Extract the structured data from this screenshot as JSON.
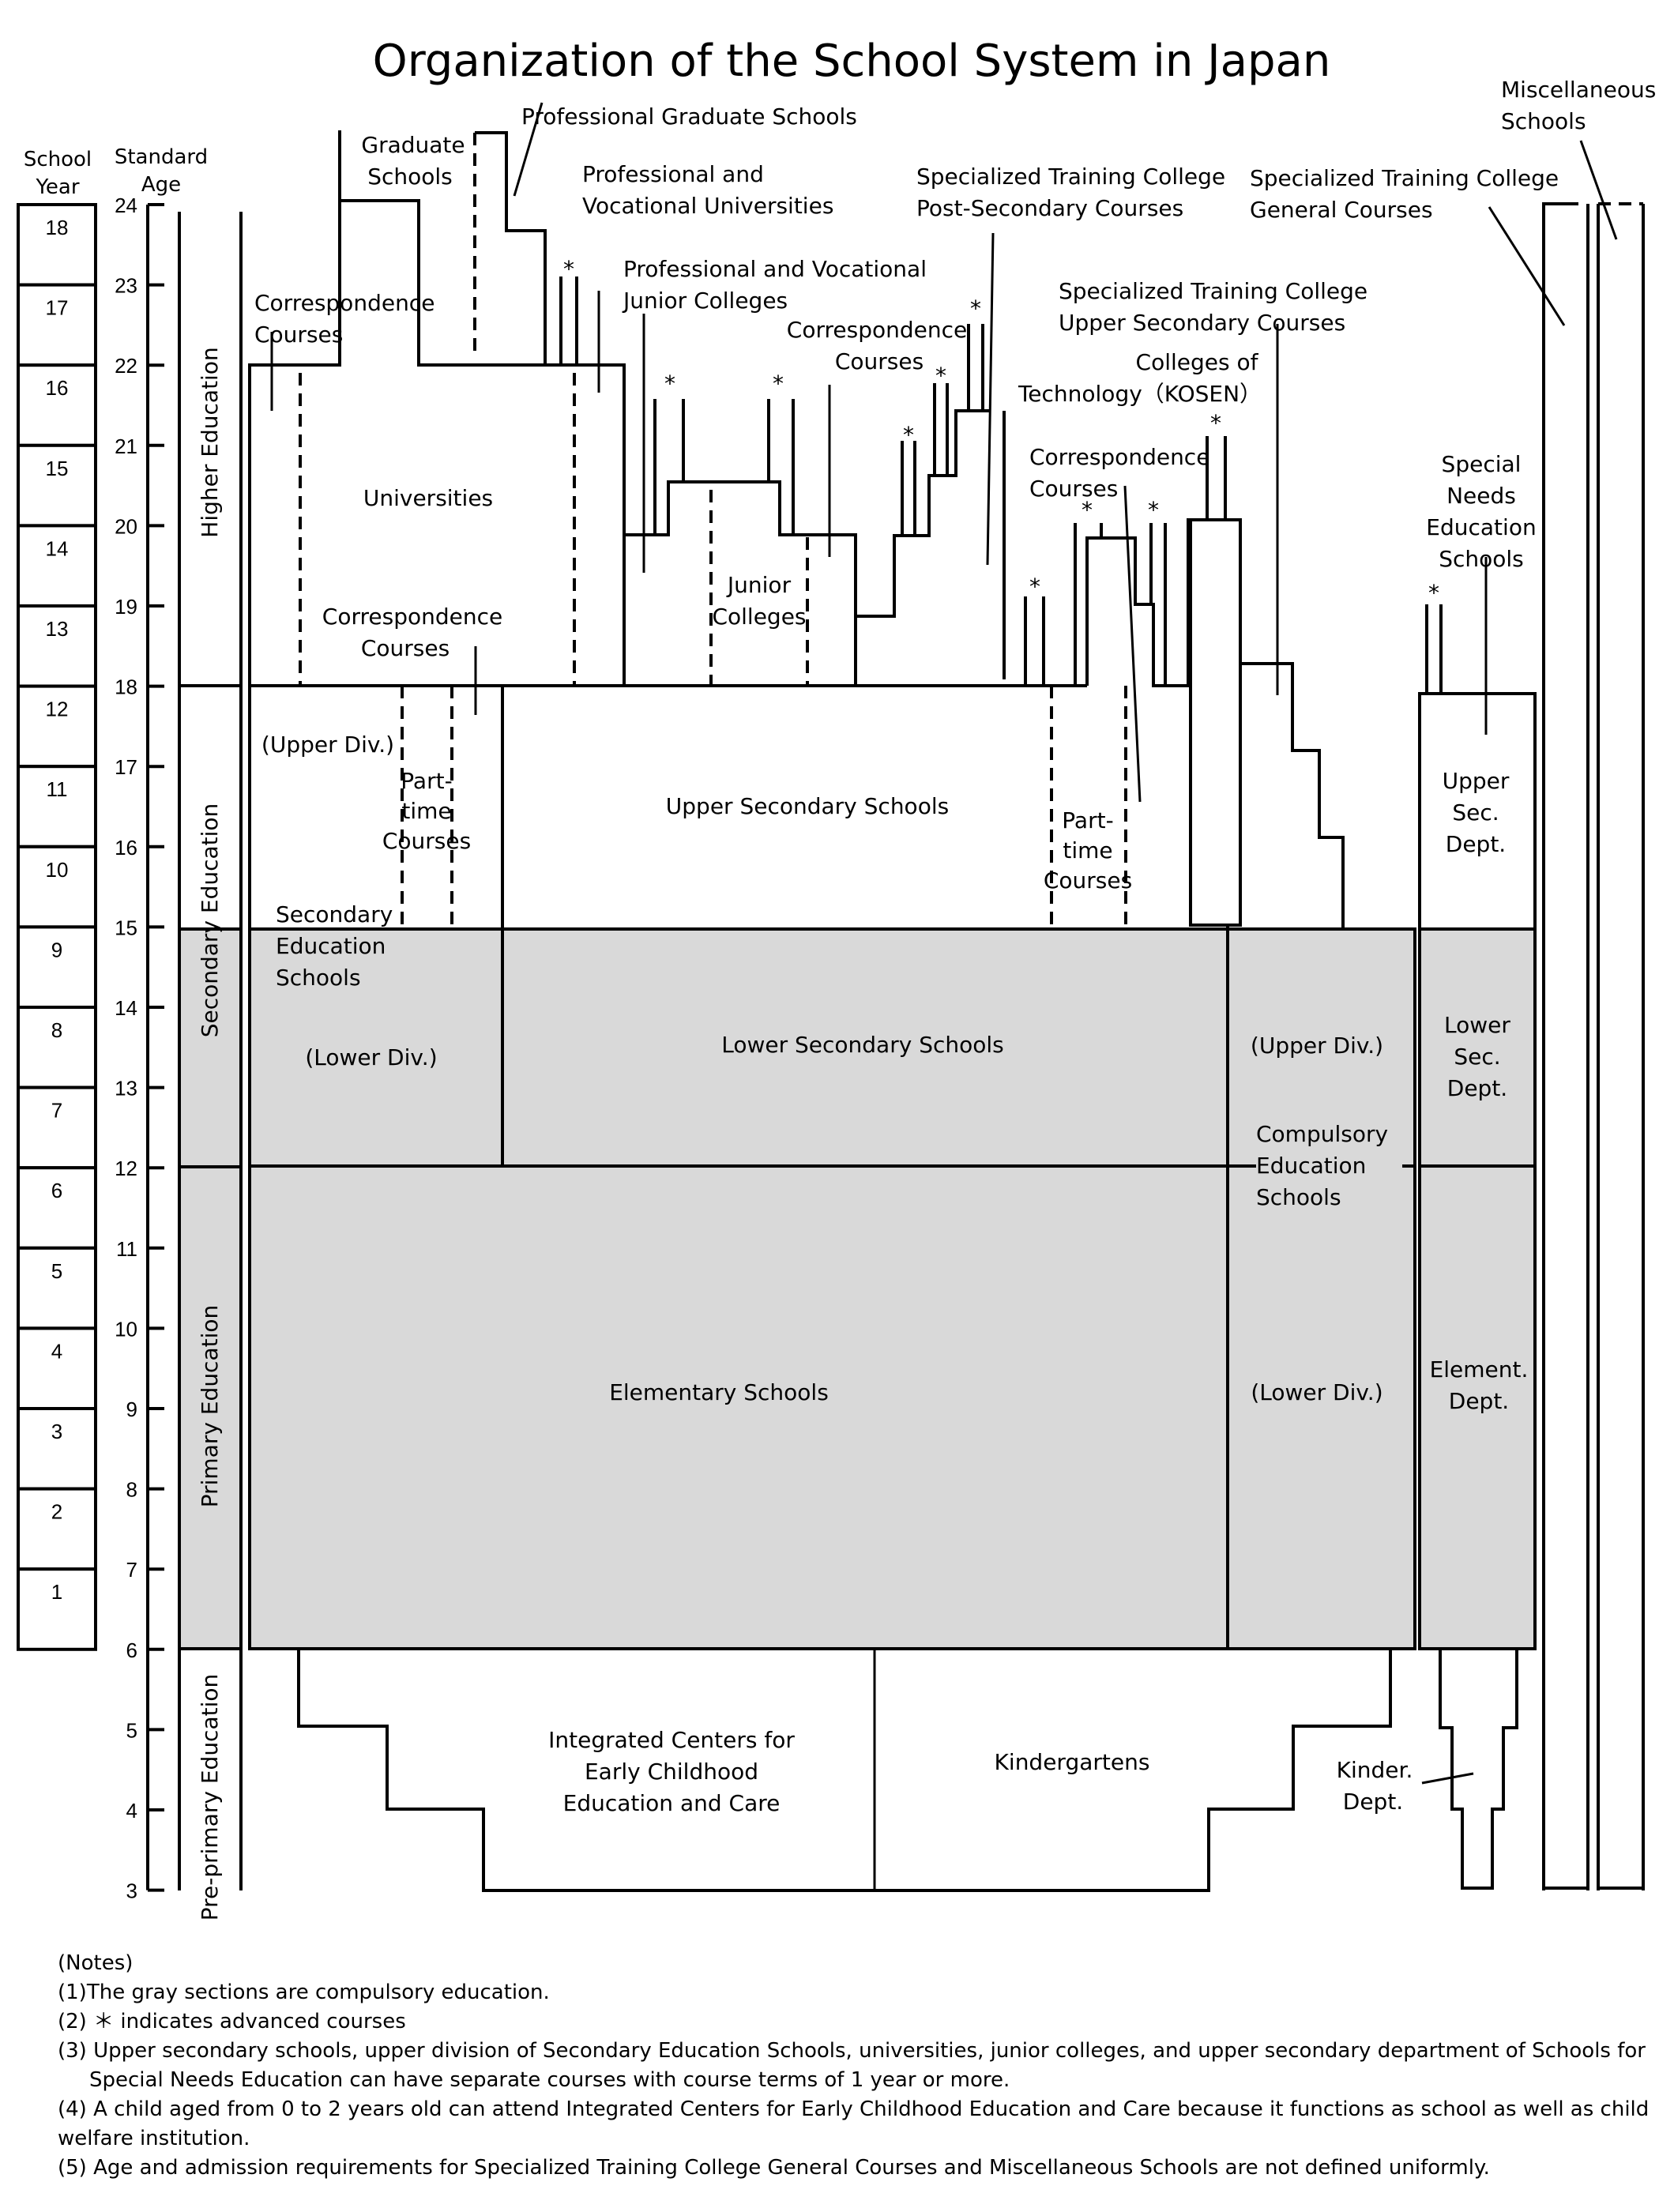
{
  "title": "Organization of the School System in Japan",
  "axes": {
    "school_year_header": [
      "School",
      "Year"
    ],
    "standard_age_header": [
      "Standard",
      "Age"
    ],
    "school_years": [
      "18",
      "17",
      "16",
      "15",
      "14",
      "13",
      "12",
      "11",
      "10",
      "9",
      "8",
      "7",
      "6",
      "5",
      "4",
      "3",
      "2",
      "1"
    ],
    "ages": [
      "24",
      "23",
      "22",
      "21",
      "20",
      "19",
      "18",
      "17",
      "16",
      "15",
      "14",
      "13",
      "12",
      "11",
      "10",
      "9",
      "8",
      "7",
      "6",
      "5",
      "4",
      "3"
    ]
  },
  "stages": {
    "higher": "Higher Education",
    "secondary": "Secondary Education",
    "primary": "Primary Education",
    "preprimary": "Pre-primary  Education"
  },
  "labels": {
    "graduate_schools": [
      "Graduate",
      "Schools"
    ],
    "professional_graduate_schools": "Professional Graduate Schools",
    "prof_voc_universities": [
      "Professional and",
      "Vocational Universities"
    ],
    "prof_voc_junior_colleges": [
      "Professional and Vocational",
      "Junior Colleges"
    ],
    "correspondence_univ": [
      "Correspondence",
      "Courses"
    ],
    "universities": "Universities",
    "correspondence_upper_div": [
      "Correspondence",
      "Courses"
    ],
    "junior_colleges": [
      "Junior",
      "Colleges"
    ],
    "correspondence_jc": [
      "Correspondence",
      "Courses"
    ],
    "stc_post_secondary": [
      "Specialized Training College",
      "Post-Secondary Courses"
    ],
    "stc_general": [
      "Specialized Training College",
      "General Courses"
    ],
    "stc_upper_secondary": [
      "Specialized Training College",
      "Upper Secondary Courses"
    ],
    "kosen": [
      "Colleges of",
      "Technology（KOSEN）"
    ],
    "correspondence_upper_sec": [
      "Correspondence",
      "Courses"
    ],
    "misc_schools": [
      "Miscellaneous",
      "Schools"
    ],
    "special_needs": [
      "Special",
      "Needs",
      "Education",
      "Schools"
    ],
    "upper_div": "(Upper Div.)",
    "part_time_1": [
      "Part-",
      "time",
      "Courses"
    ],
    "upper_secondary_schools": "Upper Secondary Schools",
    "part_time_2": [
      "Part-",
      "time",
      "Courses"
    ],
    "secondary_education_schools": [
      "Secondary",
      "Education",
      "Schools"
    ],
    "lower_div": "(Lower Div.)",
    "lower_secondary_schools": "Lower Secondary Schools",
    "compulsory_upper_div": "(Upper Div.)",
    "compulsory_education_schools": [
      "Compulsory",
      "Education",
      "Schools"
    ],
    "compulsory_lower_div": "(Lower Div.)",
    "elementary_schools": "Elementary Schools",
    "upper_sec_dept": [
      "Upper",
      "Sec.",
      "Dept."
    ],
    "lower_sec_dept": [
      "Lower",
      "Sec.",
      "Dept."
    ],
    "element_dept": [
      "Element.",
      "Dept."
    ],
    "integrated_centers": [
      "Integrated Centers for",
      "Early Childhood",
      "Education and Care"
    ],
    "kindergartens": "Kindergartens",
    "kinder_dept": [
      "Kinder.",
      "Dept."
    ],
    "advanced_marker": "*"
  },
  "notes": [
    "(Notes)",
    "(1)The gray sections are compulsory education.",
    "(2) ＊ indicates advanced courses",
    "(3) Upper secondary schools, upper division of Secondary Education Schools, universities, junior colleges, and upper secondary department of Schools for",
    "Special Needs Education can have separate courses with course terms of 1 year or more.",
    "(4) A child aged from 0 to 2 years old can attend Integrated Centers for Early Childhood Education and Care because it functions as school as well as child",
    "welfare institution.",
    "(5) Age and admission requirements for Specialized Training College General Courses and Miscellaneous Schools are not defined uniformly."
  ],
  "colors": {
    "compulsory_fill": "#d9d9d9",
    "line": "#000000"
  }
}
